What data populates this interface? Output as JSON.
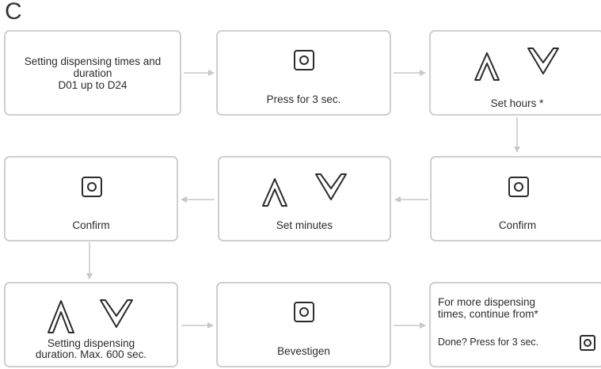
{
  "corner_label": "C",
  "steps": {
    "s1": {
      "lines": [
        "Setting dispensing times and",
        "duration",
        "D01 up to D24"
      ]
    },
    "s2": {
      "label": "Press for 3 sec.",
      "icon": "round-button-icon"
    },
    "s3": {
      "label": "Set hours *",
      "icons": [
        "chevron-up-icon",
        "chevron-down-icon"
      ]
    },
    "s4": {
      "label": "Confirm",
      "icon": "round-button-icon"
    },
    "s5": {
      "label": "Set minutes",
      "icons": [
        "chevron-up-icon",
        "chevron-down-icon"
      ]
    },
    "s6": {
      "label": "Confirm",
      "icon": "round-button-icon"
    },
    "s7": {
      "lines": [
        "Setting dispensing",
        "duration. Max. 600 sec."
      ],
      "icons": [
        "chevron-up-icon",
        "chevron-down-icon"
      ]
    },
    "s8": {
      "label": "Bevestigen",
      "icon": "round-button-icon"
    },
    "s9": {
      "lines": [
        "For more dispensing",
        "times, continue from*"
      ],
      "done": "Done? Press for 3 sec.",
      "icon": "round-button-icon"
    }
  },
  "colors": {
    "border": "#cfcfcf",
    "arrow": "#c8c8c8",
    "icon": "#2b2b2b"
  }
}
